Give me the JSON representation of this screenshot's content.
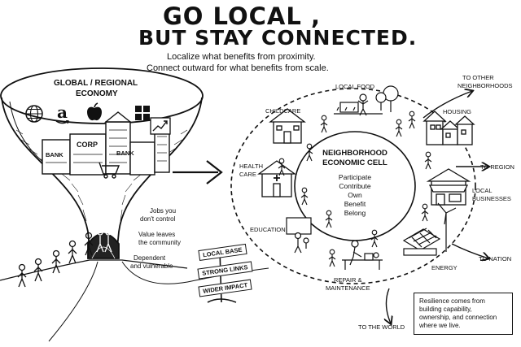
{
  "title": {
    "line1": "GO LOCAL ,",
    "line2": "BUT STAY CONNECTED."
  },
  "subtitle": {
    "line1": "Localize what benefits from proximity.",
    "line2": "Connect outward for what benefits from scale."
  },
  "funnel": {
    "heading_line1": "GLOBAL / REGIONAL",
    "heading_line2": "ECONOMY",
    "building_labels": [
      "BANK",
      "CORP",
      "BANK"
    ],
    "bullets": [
      "Jobs you",
      "don't control",
      "Value leaves",
      "the community",
      "Dependent",
      "and vulnerable"
    ]
  },
  "signpost": {
    "signs": [
      "LOCAL BASE",
      "STRONG LINKS",
      "WIDER IMPACT"
    ]
  },
  "cell": {
    "heading_line1": "NEIGHBORHOOD",
    "heading_line2": "ECONOMIC CELL",
    "verbs": [
      "Participate",
      "Contribute",
      "Own",
      "Benefit",
      "Belong"
    ],
    "nodes": {
      "local_food": "LOCAL FOOD",
      "childcare": "CHILDCARE",
      "housing": "HOUSING",
      "health_care_line1": "HEALTH",
      "health_care_line2": "CARE",
      "local_businesses_line1": "LOCAL",
      "local_businesses_line2": "BUSINESSES",
      "education": "EDUCATION",
      "energy": "ENERGY",
      "repair_line1": "REPAIR &",
      "repair_line2": "MAINTENANCE"
    }
  },
  "connections": {
    "other_neighborhoods_line1": "TO OTHER",
    "other_neighborhoods_line2": "NEIGHBORHOODS",
    "region": "TO REGION",
    "nation": "TO NATION",
    "world": "TO THE WORLD"
  },
  "note": {
    "line1": "Resilience comes from",
    "line2": "building capability,",
    "line3": "ownership, and connection",
    "line4": "where we live."
  },
  "icons": [
    "globe-icon",
    "amazon-icon",
    "apple-icon",
    "windows-icon",
    "growth-chart-icon"
  ]
}
